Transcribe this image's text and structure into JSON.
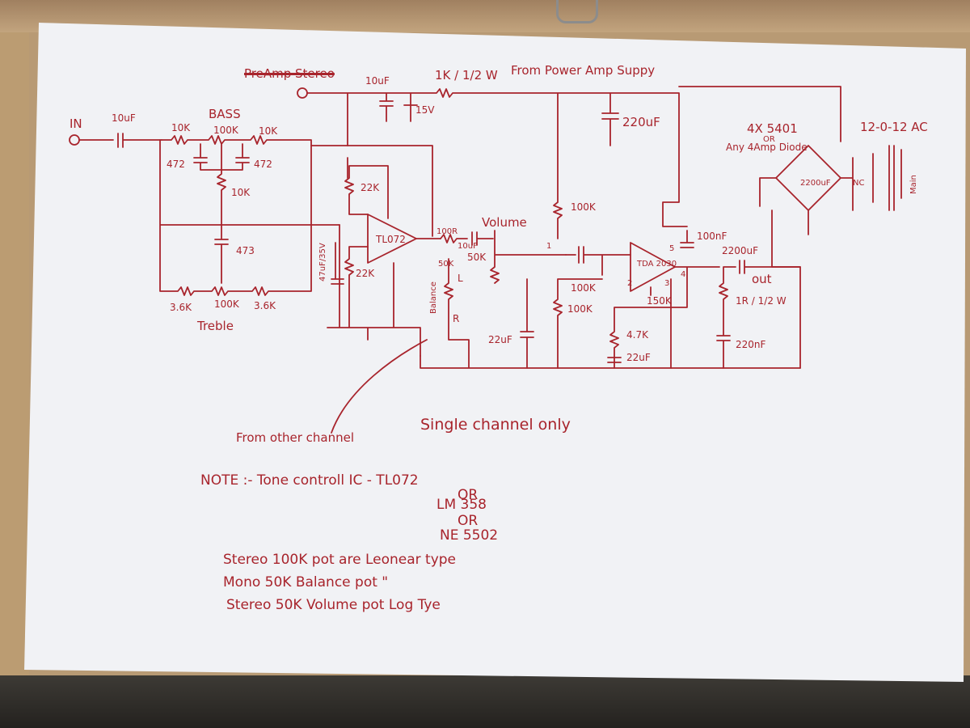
{
  "title_strikethrough": "PreAmp Stereo",
  "supply": {
    "from_power": "From Power Amp Suppy",
    "res_1k": "1K / 1/2 W",
    "cap_10uf": "10uF",
    "zener": "15V",
    "cap_220uf": "220uF"
  },
  "input": {
    "in_label": "IN",
    "cap_10uf": "10uF"
  },
  "tone": {
    "bass_label": "BASS",
    "treble_label": "Treble",
    "r_10k_a": "10K",
    "r_100k": "100K",
    "r_10k_b": "10K",
    "c_472_a": "472",
    "c_472_b": "472",
    "r_10k_mid": "10K",
    "c_473": "473",
    "r_3k6_a": "3.6K",
    "pot_100k": "100K",
    "r_3k6_b": "3.6K",
    "cap_47uf": "47uF/35V",
    "r_22k_a": "22K",
    "r_22k_b": "22K",
    "ic_label": "TL072",
    "r_100r": "100R"
  },
  "volume": {
    "label": "Volume",
    "cap_10uf": "10uF",
    "pot_50k": "50K",
    "balance_label": "Balance",
    "balance_val": "50K",
    "l_label": "L",
    "r_label": "R"
  },
  "power_amp": {
    "r_100k_top": "100K",
    "r_100k_mid": "100K",
    "r_100k_bot": "100K",
    "cap_22uf_a": "22uF",
    "ic_label": "TDA 2030",
    "r_150k": "150K",
    "r_4k7": "4.7K",
    "cap_22uf_b": "22uF",
    "cap_100nf": "100nF",
    "cap_2200uf": "2200uF",
    "out_label": "out",
    "r_1r": "1R / 1/2 W",
    "cap_220nf": "220nF",
    "pin1": "1",
    "pin2": "2",
    "pin3": "3",
    "pin4": "4",
    "pin5": "5"
  },
  "psu": {
    "diodes": "4X 5401",
    "diodes_or": "OR",
    "diodes_alt": "Any 4Amp Diode",
    "transformer": "12-0-12 AC",
    "cap_2200uf": "2200uF",
    "nc": "NC",
    "mains": "Main"
  },
  "annotations": {
    "from_other": "From other channel",
    "single": "Single channel only"
  },
  "notes": {
    "line1": "NOTE :- Tone controll IC - TL072",
    "or1": "OR",
    "alt1": "LM 358",
    "or2": "OR",
    "alt2": "NE 5502",
    "line2": "Stereo 100K pot are Leonear type",
    "line3": "Mono 50K Balance pot \"",
    "line4": "Stereo 50K Volume pot Log Tye"
  },
  "colors": {
    "ink": "#a8242c",
    "paper": "#f1f2f5"
  }
}
